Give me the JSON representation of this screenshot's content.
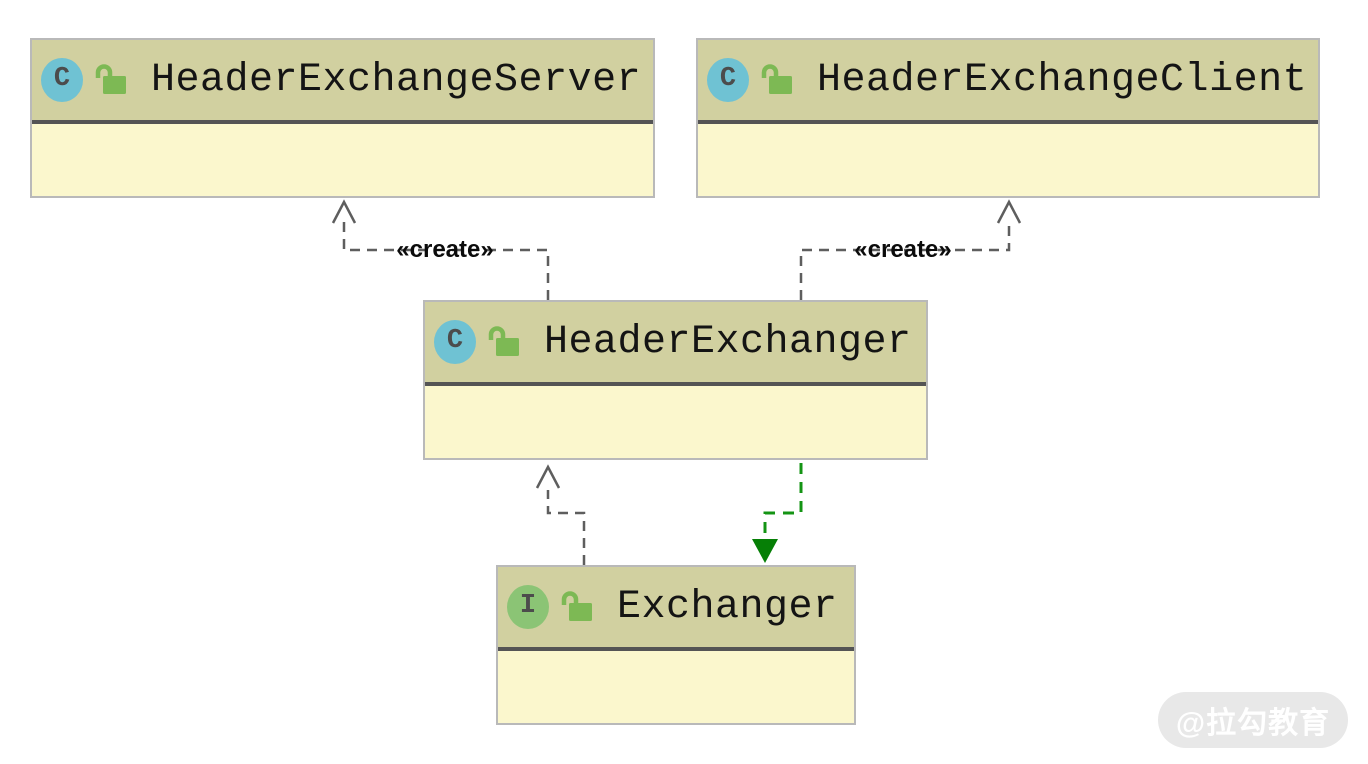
{
  "diagram": {
    "classes": [
      {
        "name": "HeaderExchangeServer",
        "kind": "class",
        "icon_letter": "C",
        "modifier_icon": "open-lock"
      },
      {
        "name": "HeaderExchangeClient",
        "kind": "class",
        "icon_letter": "C",
        "modifier_icon": "open-lock"
      },
      {
        "name": "HeaderExchanger",
        "kind": "class",
        "icon_letter": "C",
        "modifier_icon": "open-lock"
      },
      {
        "name": "Exchanger",
        "kind": "interface",
        "icon_letter": "I",
        "modifier_icon": "open-lock"
      }
    ],
    "edges": [
      {
        "label": "«create»",
        "type": "create-dependency",
        "from": "HeaderExchanger",
        "to": "HeaderExchangeServer"
      },
      {
        "label": "«create»",
        "type": "create-dependency",
        "from": "HeaderExchanger",
        "to": "HeaderExchangeClient"
      },
      {
        "label": "",
        "type": "dependency",
        "from": "Exchanger",
        "to": "HeaderExchanger"
      },
      {
        "label": "",
        "type": "realization",
        "from": "HeaderExchanger",
        "to": "Exchanger"
      }
    ],
    "colors": {
      "header_fill": "#d1d0a0",
      "body_fill": "#fbf7cd",
      "separator": "#545454",
      "box_border": "#b9b9b9",
      "class_icon_bg": "#6fc2d3",
      "interface_icon_bg": "#8bc475",
      "lock_icon": "#7db954",
      "edge_gray": "#5e5e5e",
      "edge_green_dash": "#149414",
      "realization_arrow_fill": "#067f06"
    }
  },
  "watermark": {
    "text": "@拉勾教育"
  }
}
